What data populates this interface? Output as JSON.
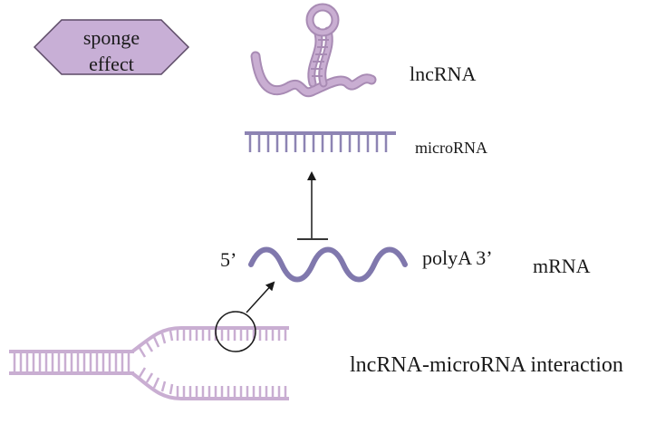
{
  "badge": {
    "line1": "sponge",
    "line2": "effect"
  },
  "labels": {
    "lncrna": "lncRNA",
    "microrna": "microRNA",
    "five_prime": "5’",
    "polya": "polyA 3’",
    "mrna": "mRNA",
    "interaction": "lncRNA-microRNA interaction"
  },
  "colors": {
    "lncrna_purple": "#c9aed2",
    "lncrna_outline": "#a88bb4",
    "microrna_blue": "#8d84b3",
    "mrna_blue": "#8078ad",
    "badge_fill": "#c8afd6",
    "badge_stroke": "#5c4a66",
    "arrow": "#1a1a1a"
  }
}
